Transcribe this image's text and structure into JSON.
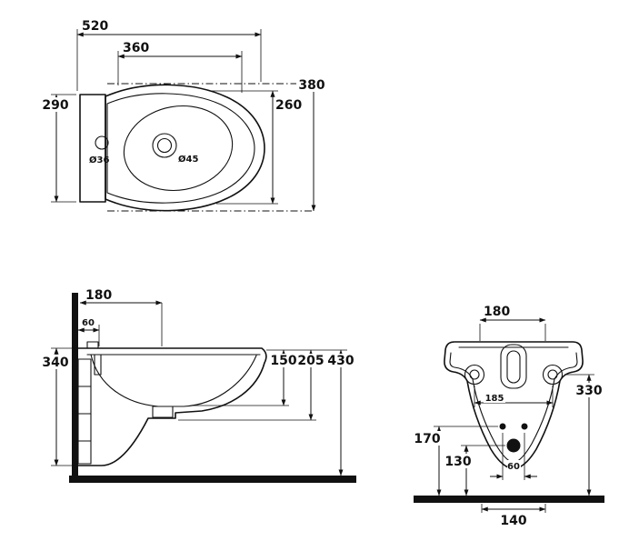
{
  "top": {
    "d520": "520",
    "d360": "360",
    "d380": "380",
    "d290": "290",
    "d260": "260",
    "hole_small": "Ø36",
    "hole_large": "Ø45"
  },
  "side": {
    "d180": "180",
    "d60": "60",
    "d340": "340",
    "d150": "150",
    "d205": "205",
    "d430": "430"
  },
  "front": {
    "d180": "180",
    "d185": "185",
    "d330": "330",
    "d170": "170",
    "d130": "130",
    "d60": "60",
    "d140": "140"
  }
}
